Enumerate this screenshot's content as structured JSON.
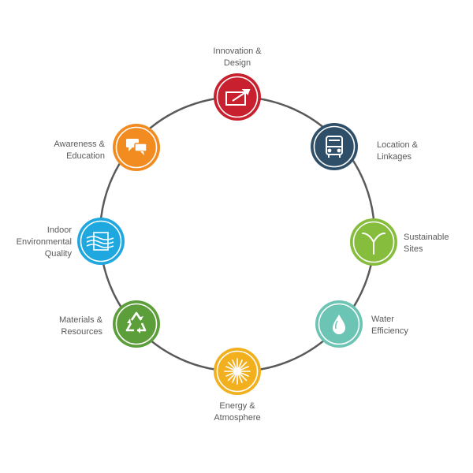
{
  "categories": [
    {
      "id": "innovation",
      "lines": [
        "Innovation &",
        "Design"
      ],
      "color": "#c8202f",
      "icon": "pen-tablet-icon"
    },
    {
      "id": "location",
      "lines": [
        "Location &",
        "Linkages"
      ],
      "color": "#2f4f69",
      "icon": "bus-icon"
    },
    {
      "id": "sustainable",
      "lines": [
        "Sustainable",
        "Sites"
      ],
      "color": "#86bd3d",
      "icon": "sprout-icon"
    },
    {
      "id": "water",
      "lines": [
        "Water",
        "Efficiency"
      ],
      "color": "#6cc5b4",
      "icon": "water-drop-icon"
    },
    {
      "id": "energy",
      "lines": [
        "Energy &",
        "Atmosphere"
      ],
      "color": "#f2b01e",
      "icon": "sun-icon"
    },
    {
      "id": "materials",
      "lines": [
        "Materials &",
        "Resources"
      ],
      "color": "#5c9e3a",
      "icon": "recycle-icon"
    },
    {
      "id": "indoor",
      "lines": [
        "Indoor",
        "Environmental",
        "Quality"
      ],
      "color": "#1ea8df",
      "icon": "air-window-icon"
    },
    {
      "id": "awareness",
      "lines": [
        "Awareness &",
        "Education"
      ],
      "color": "#f28b20",
      "icon": "chat-bubbles-icon"
    }
  ]
}
